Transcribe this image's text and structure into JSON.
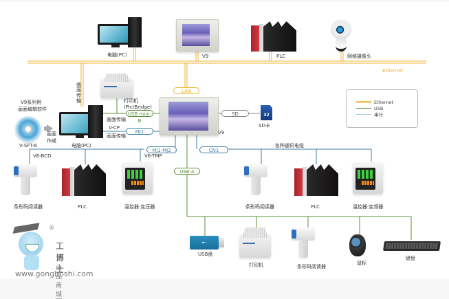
{
  "title": "V9 系统构成图",
  "legend": {
    "items": [
      {
        "label": "Ethernet",
        "color": "#f0b330",
        "style": "double"
      },
      {
        "label": "USB",
        "color": "#5a8f3a",
        "style": "single"
      },
      {
        "label": "串行",
        "color": "#a9cde0",
        "style": "single"
      }
    ]
  },
  "colors": {
    "ethernet": "#f0b330",
    "usb": "#5a8f3a",
    "serial": "#3f7ea0",
    "serial_light": "#a9cde0"
  },
  "network": {
    "bus_label": "Ethernet",
    "devices": [
      {
        "id": "pc-top",
        "label": "电脑(PC)"
      },
      {
        "id": "v9-top",
        "label": "V9"
      },
      {
        "id": "plc-top",
        "label": "PLC"
      },
      {
        "id": "webcam",
        "label": "网络摄像头"
      }
    ]
  },
  "software": {
    "line1": "V9系列用",
    "line2": "画面编辑软件",
    "product": "V-SFT-6",
    "arrow_label_1": "画面",
    "arrow_label_2": "作成"
  },
  "pc_mid": {
    "label": "电脑(PC)",
    "vertical_label": "画面传输"
  },
  "printer_top": {
    "label_1": "打印机",
    "label_2": "(PictBridge)"
  },
  "connections": {
    "usb_mini": {
      "pill": "USB mini-B",
      "label": "画面传输"
    },
    "mj1": {
      "pill": "MJ1",
      "label_top": "V-CP",
      "label_bottom": "画面传输"
    },
    "lan": {
      "pill": "LAN"
    },
    "sd": {
      "pill": "SD"
    },
    "mj1mj2": {
      "pill": "MJ1·MJ2"
    },
    "cn1": {
      "pill": "CN1",
      "label": "各种通讯电缆"
    },
    "usba": {
      "pill": "USB-A"
    }
  },
  "center": {
    "label": "V9"
  },
  "sdcard": {
    "label": "SD卡",
    "capacity": "32"
  },
  "left_row": {
    "header_left": "V6-BCD",
    "header_right": "V6-TMP",
    "devices": [
      {
        "label": "条形码阅读器"
      },
      {
        "label": "PLC"
      },
      {
        "label": "温控器·变压器"
      }
    ]
  },
  "right_row": {
    "devices": [
      {
        "label": "条形码阅读器"
      },
      {
        "label": "PLC"
      },
      {
        "label": "温控器·变频器"
      }
    ]
  },
  "usb_row": {
    "devices": [
      {
        "label": "USB盘"
      },
      {
        "label": "打印机"
      },
      {
        "label": "条形码阅读器"
      },
      {
        "label": "鼠标"
      },
      {
        "label": "键盘"
      }
    ]
  },
  "watermark": {
    "brand": "工博士",
    "subtitle": "工业品商城",
    "registered": "®",
    "url": "www.gongboshi.com"
  }
}
